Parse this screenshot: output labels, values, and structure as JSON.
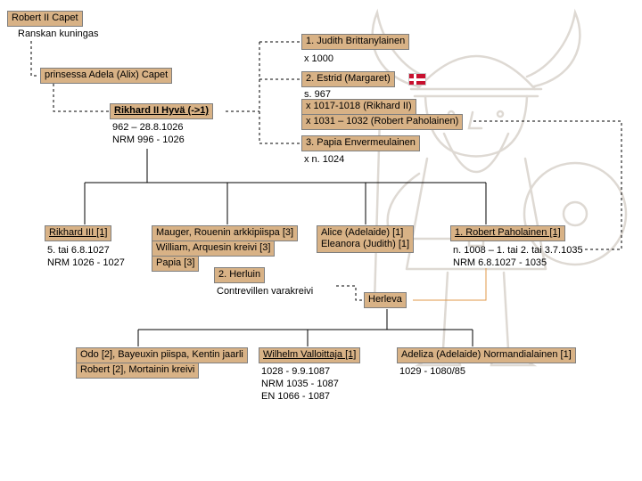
{
  "colors": {
    "box-bg": "#d8b286",
    "box-border": "#7f7f7f",
    "line": "#000000",
    "accent-line": "#e2994a",
    "flag-red": "#c8102e",
    "flag-white": "#ffffff",
    "watermark": "#ded9d3",
    "text": "#000000"
  },
  "nodes": {
    "robert2": {
      "title": "Robert II Capet",
      "subtitle": "Ranskan kuningas"
    },
    "adela": {
      "title": "prinsessa Adela (Alix) Capet"
    },
    "rikhard2": {
      "title": "Rikhard II Hyvä (->1)",
      "line1": "962 – 28.8.1026",
      "line2": "NRM 996 - 1026"
    },
    "judith": {
      "title": "1. Judith Brittanylainen",
      "line1": "x 1000"
    },
    "estrid": {
      "title": "2. Estrid (Margaret)",
      "flag": "denmark",
      "line1": "s. 967",
      "marriage1": "x 1017-1018 (Rikhard II)",
      "marriage2": "x 1031 – 1032 (Robert Paholainen)"
    },
    "papia_wife": {
      "title": "3. Papia Envermeulainen",
      "line1": "x n. 1024"
    },
    "rikhard3": {
      "title": "Rikhard III [1]",
      "line1": "5. tai 6.8.1027",
      "line2": "NRM 1026 - 1027"
    },
    "mauger": {
      "title": "Mauger, Rouenin arkkipiispa [3]"
    },
    "william": {
      "title": "William, Arquesin kreivi [3]"
    },
    "papia_child": {
      "title": "Papia [3]"
    },
    "alice": {
      "line1": "Alice (Adelaide) [1]",
      "line2": "Eleanora (Judith) [1]"
    },
    "robert_devil": {
      "title": "1. Robert Paholainen [1]",
      "line1": "n. 1008 – 1. tai 2. tai 3.7.1035",
      "line2": "NRM 6.8.1027 - 1035"
    },
    "herluin": {
      "title": "2. Herluin",
      "line1": "Contrevillen varakreivi"
    },
    "herleva": {
      "title": "Herleva"
    },
    "odo": {
      "title": "Odo [2], Bayeuxin piispa, Kentin jaarli"
    },
    "robert_mortain": {
      "title": "Robert [2], Mortainin kreivi"
    },
    "wilhelm": {
      "title": "Wilhelm Valloittaja [1]",
      "line1": "1028 - 9.9.1087",
      "line2": "NRM 1035 - 1087",
      "line3": "EN 1066 - 1087"
    },
    "adeliza": {
      "title": "Adeliza (Adelaide) Normandialainen [1]",
      "line1": "1029 - 1080/85"
    }
  }
}
